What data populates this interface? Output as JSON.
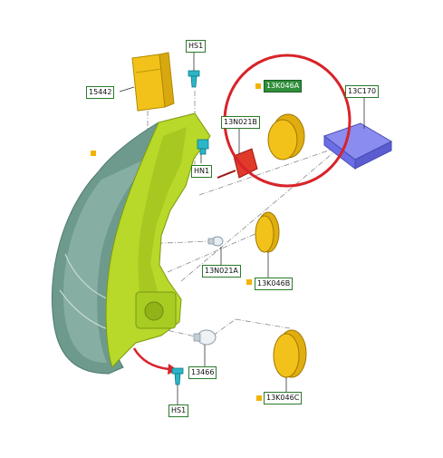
{
  "labels": {
    "hs1_top": "HS1",
    "p15442": "15442",
    "p13k046a": "13K046A",
    "p13n021b": "13N021B",
    "p13c170": "13C170",
    "hn1": "HN1",
    "p13n021a": "13N021A",
    "p13k046b": "13K046B",
    "p13466": "13466",
    "p13k046c": "13K046C",
    "hs1_bottom": "HS1"
  },
  "colors": {
    "marker": "#f2b300",
    "label_border": "#2a7a2a",
    "highlight_fill": "#2f8f3a",
    "circle": "#d8232a",
    "arrow": "#d8232a",
    "housing": "#b8d82a",
    "lens": "#5a9a90",
    "cap": "#f2c21a",
    "module": "#6b6ee6",
    "connector": "#e03a2a",
    "clip": "#2bb6c8"
  },
  "icons": {
    "focus_circle": "red-ellipse-highlight",
    "arrow": "red-curved-arrow",
    "markers": "yellow-square-marker"
  }
}
